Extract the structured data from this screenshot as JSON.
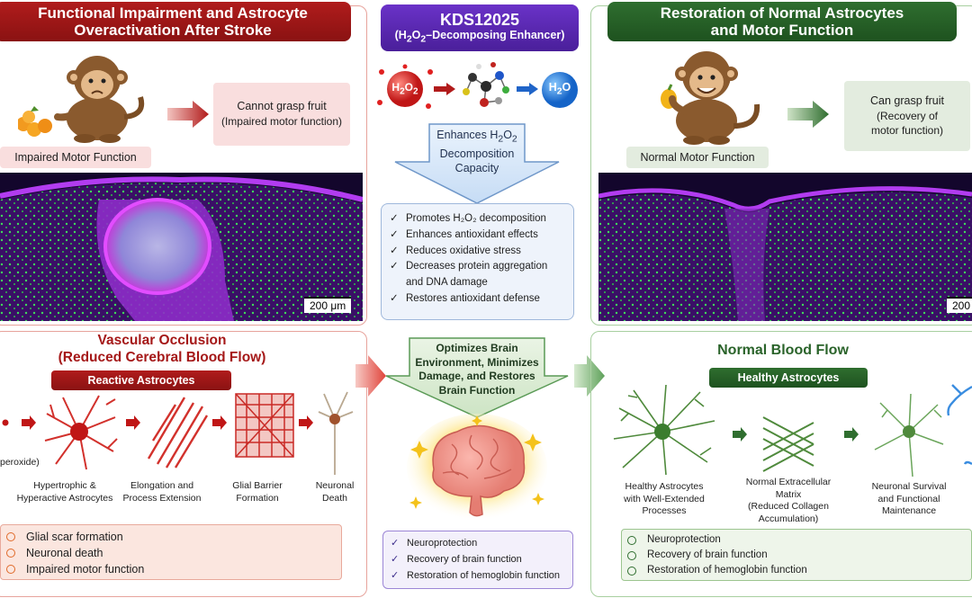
{
  "left_top": {
    "title_line1": "Functional Impairment and Astrocyte",
    "title_line2": "Overactivation After Stroke",
    "outcome_line1": "Cannot grasp fruit",
    "outcome_line2": "(Impaired motor function)",
    "status": "Impaired Motor Function",
    "scale_bar": "200 μm"
  },
  "center_top": {
    "title": "KDS12025",
    "subtitle_pre": "(H",
    "subtitle_sub1": "2",
    "subtitle_mid": "O",
    "subtitle_sub2": "2",
    "subtitle_post": "–Decomposing Enhancer)",
    "h2o2_main": "H",
    "h2o2_sub": "2",
    "h2o2_o": "O",
    "h2o2_sub2": "2",
    "h2o_main": "H",
    "h2o_sub": "2",
    "h2o_o": "O",
    "enhance_line1_pre": "Enhances H",
    "enhance_line1_sub": "2",
    "enhance_line1_o": "O",
    "enhance_line1_sub2": "2",
    "enhance_line2": "Decomposition",
    "enhance_line3": "Capacity",
    "effects": [
      {
        "mark": "✓",
        "text": "Promotes H₂O₂ decomposition"
      },
      {
        "mark": "✓",
        "text": "Enhances antioxidant effects"
      },
      {
        "mark": "✓",
        "text": "Reduces oxidative stress"
      },
      {
        "mark": "✓",
        "text": "Decreases protein aggregation"
      },
      {
        "mark": "",
        "text": "and DNA damage"
      },
      {
        "mark": "✓",
        "text": "Restores antioxidant defense"
      }
    ]
  },
  "right_top": {
    "title_line1": "Restoration of Normal Astrocytes",
    "title_line2": "and Motor Function",
    "outcome_line1": "Can grasp fruit",
    "outcome_line2": "(Recovery of",
    "outcome_line3": "motor function)",
    "status": "Normal Motor Function",
    "scale_bar": "200"
  },
  "left_bottom": {
    "title_line1": "Vascular Occlusion",
    "title_line2": "(Reduced Cerebral Blood Flow)",
    "banner": "Reactive Astrocytes",
    "cut_label": "peroxide)",
    "stages": [
      {
        "line1": "Hypertrophic &",
        "line2": "Hyperactive Astrocytes"
      },
      {
        "line1": "Elongation and",
        "line2": "Process Extension"
      },
      {
        "line1": "Glial Barrier",
        "line2": "Formation"
      },
      {
        "line1": "Neuronal",
        "line2": "Death"
      }
    ],
    "outcomes": [
      "Glial scar formation",
      "Neuronal death",
      "Impaired motor function"
    ]
  },
  "center_bottom": {
    "optimize_line1": "Optimizes Brain",
    "optimize_line2": "Environment, Minimizes",
    "optimize_line3": "Damage, and Restores",
    "optimize_line4": "Brain Function",
    "benefits": [
      {
        "mark": "✓",
        "text": "Neuroprotection"
      },
      {
        "mark": "✓",
        "text": "Recovery of brain function"
      },
      {
        "mark": "✓",
        "text": "Restoration of hemoglobin function"
      }
    ]
  },
  "right_bottom": {
    "title": "Normal Blood Flow",
    "banner": "Healthy Astrocytes",
    "stages": [
      {
        "line1": "Healthy Astrocytes",
        "line2": "with Well-Extended",
        "line3": "Processes"
      },
      {
        "line1": "Normal Extracellular",
        "line2": "Matrix",
        "line3": "(Reduced Collagen",
        "line4": "Accumulation)"
      },
      {
        "line1": "Neuronal Survival",
        "line2": "and Functional",
        "line3": "Maintenance"
      }
    ],
    "outcomes": [
      "Neuroprotection",
      "Recovery of brain function",
      "Restoration of hemoglobin function"
    ]
  },
  "colors": {
    "red": "#a51818",
    "green": "#2a632a",
    "purple": "#5a28b4",
    "pink_box": "#f9dede",
    "green_box": "#e3ecdf",
    "blue_box": "#eef3fb"
  }
}
